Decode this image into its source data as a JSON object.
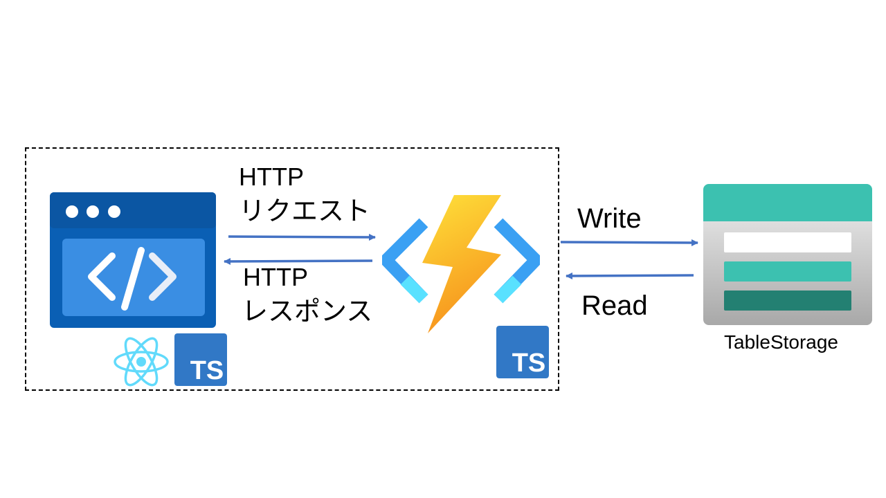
{
  "diagram": {
    "boundary": {
      "style": "dashed"
    },
    "nodes": {
      "web_app": {
        "icon": "web-app-code-icon",
        "badges": [
          "react-icon",
          "typescript-icon"
        ]
      },
      "function": {
        "icon": "azure-functions-icon",
        "badge": "typescript-icon"
      },
      "table_storage": {
        "icon": "table-storage-icon",
        "label": "TableStorage"
      }
    },
    "edges": {
      "request": {
        "label_line1": "HTTP",
        "label_line2": "リクエスト"
      },
      "response": {
        "label_line1": "HTTP",
        "label_line2": "レスポンス"
      },
      "write": {
        "label": "Write"
      },
      "read": {
        "label": "Read"
      }
    },
    "badge_text": "TS",
    "colors": {
      "arrow": "#4472c4",
      "ts_blue": "#3178c6",
      "react_cyan": "#61dafb",
      "storage_teal": "#3cc1b0",
      "storage_dark_teal": "#238072",
      "function_yellow": "#fcd116"
    }
  }
}
